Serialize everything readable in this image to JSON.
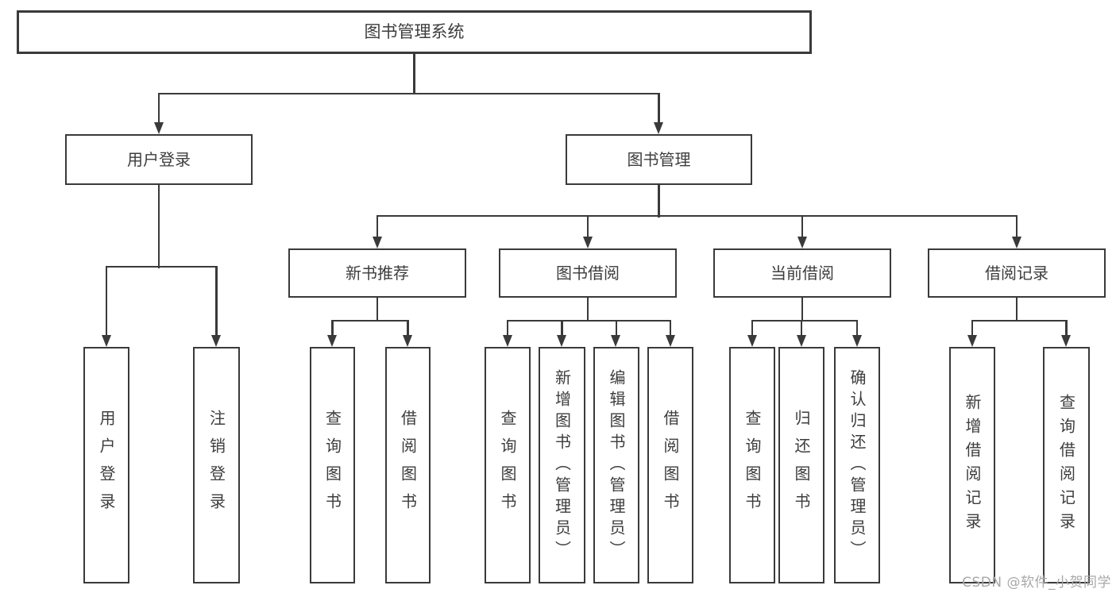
{
  "diagram": {
    "root": {
      "label": "图书管理系统"
    },
    "level2": [
      {
        "label": "用户登录"
      },
      {
        "label": "图书管理"
      }
    ],
    "level3": [
      {
        "label": "新书推荐"
      },
      {
        "label": "图书借阅"
      },
      {
        "label": "当前借阅"
      },
      {
        "label": "借阅记录"
      }
    ],
    "level4": {
      "user_login": [
        {
          "label": "用户登录"
        },
        {
          "label": "注销登录"
        }
      ],
      "new_book": [
        {
          "label": "查询图书"
        },
        {
          "label": "借阅图书"
        }
      ],
      "book_borrow": [
        {
          "label": "查询图书"
        },
        {
          "label": "新增图书（管理员）"
        },
        {
          "label": "编辑图书（管理员）"
        },
        {
          "label": "借阅图书"
        }
      ],
      "current_borrow": [
        {
          "label": "查询图书"
        },
        {
          "label": "归还图书"
        },
        {
          "label": "确认归还（管理员）"
        }
      ],
      "borrow_record": [
        {
          "label": "新增借阅记录"
        },
        {
          "label": "查询借阅记录"
        }
      ]
    }
  },
  "watermark": {
    "text": "CSDN @软件_小贺同学"
  },
  "colors": {
    "line": "#3a3a3a",
    "text": "#3d3d3d",
    "bg": "#ffffff",
    "watermark": "#a8a8a8"
  }
}
